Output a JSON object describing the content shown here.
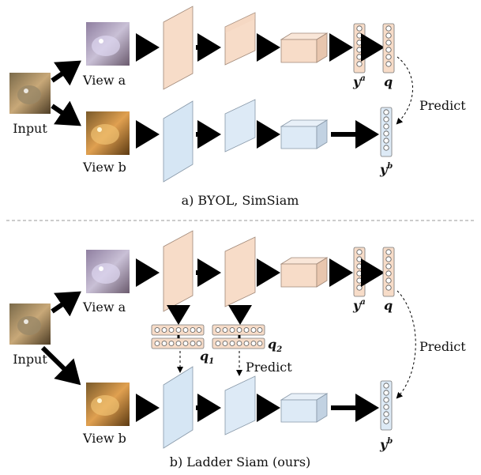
{
  "captions": {
    "top": "a) BYOL, SimSiam",
    "bottom": "b) Ladder Siam (ours)"
  },
  "labels": {
    "input": "Input",
    "view_a": "View a",
    "view_b": "View b",
    "predict": "Predict"
  },
  "symbols": {
    "y": "y",
    "sup_a": "a",
    "sup_b": "b",
    "q": "q",
    "sub_1": "1",
    "sub_2": "2"
  },
  "colors": {
    "online_branch": "#f7dcc8",
    "online_branch_dark": "#e2c0a8",
    "target_branch": "#d6e6f4",
    "target_branch_dark": "#b4c4d4",
    "vector_online": "#f7dcc8",
    "vector_target": "#ddeaf6",
    "arrow": "#000000"
  }
}
